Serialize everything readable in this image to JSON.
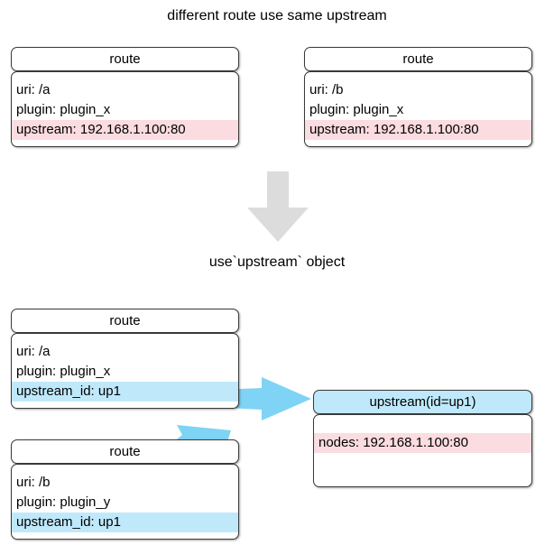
{
  "diagram": {
    "title_top": "different route use same upstream",
    "title_middle": "use`upstream` object",
    "colors": {
      "pink_row": "#fbdce0",
      "blue_row": "#bfe9fb",
      "arrow_blue": "#7fd3f4",
      "arrow_grey": "#dcdcdc",
      "border": "#3a3a3a",
      "background": "#ffffff"
    }
  },
  "top_section": {
    "route_a": {
      "header": "route",
      "rows": [
        {
          "text": "uri: /a",
          "highlight": "none"
        },
        {
          "text": "plugin: plugin_x",
          "highlight": "none"
        },
        {
          "text": "upstream: 192.168.1.100:80",
          "highlight": "pink"
        }
      ]
    },
    "route_b": {
      "header": "route",
      "rows": [
        {
          "text": "uri: /b",
          "highlight": "none"
        },
        {
          "text": "plugin: plugin_x",
          "highlight": "none"
        },
        {
          "text": "upstream: 192.168.1.100:80",
          "highlight": "pink"
        }
      ]
    }
  },
  "bottom_section": {
    "route_a": {
      "header": "route",
      "rows": [
        {
          "text": "uri: /a",
          "highlight": "none"
        },
        {
          "text": "plugin: plugin_x",
          "highlight": "none"
        },
        {
          "text": "upstream_id: up1",
          "highlight": "blue"
        }
      ]
    },
    "route_b": {
      "header": "route",
      "rows": [
        {
          "text": "uri: /b",
          "highlight": "none"
        },
        {
          "text": "plugin: plugin_y",
          "highlight": "none"
        },
        {
          "text": "upstream_id: up1",
          "highlight": "blue"
        }
      ]
    },
    "upstream": {
      "header": "upstream(id=up1)",
      "rows": [
        {
          "text": "nodes: 192.168.1.100:80",
          "highlight": "pink"
        }
      ]
    }
  },
  "icons": {
    "down_arrow": "grey-down-arrow",
    "link_arrow_1": "blue-right-arrow",
    "link_arrow_2": "blue-diagonal-arrow"
  }
}
